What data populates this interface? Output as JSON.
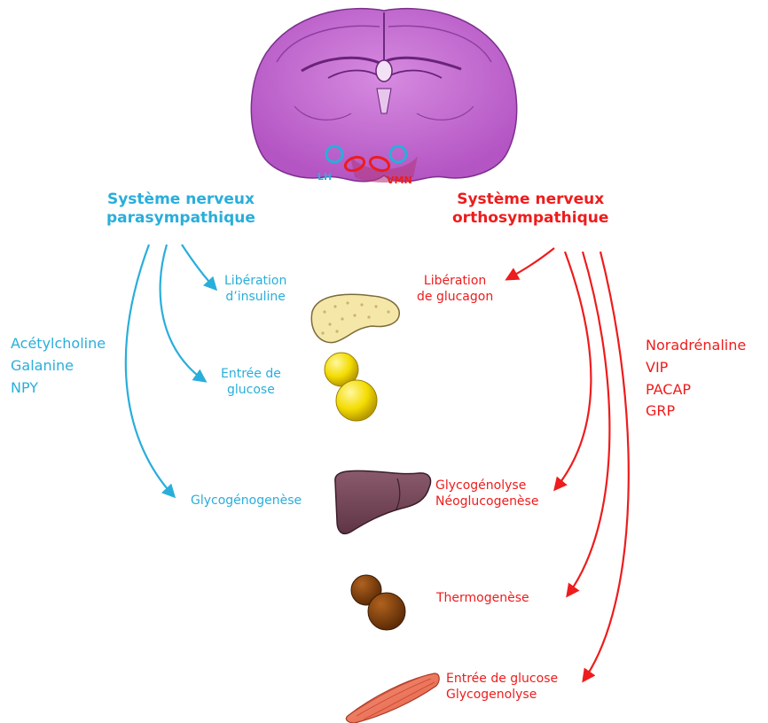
{
  "brain": {
    "nucleus_lh": "LH",
    "nucleus_vmn": "VMN"
  },
  "parasympathetic": {
    "title_line1": "Système nerveux",
    "title_line2": "parasympathique",
    "neurotransmitters": [
      "Acétylcholine",
      "Galanine",
      "NPY"
    ],
    "effects": {
      "insulin": [
        "Libération",
        "d’insuline"
      ],
      "glucose_entry": [
        "Entrée de",
        "glucose"
      ],
      "glycogenesis": "Glycogénogenèse"
    }
  },
  "sympathetic": {
    "title_line1": "Système nerveux",
    "title_line2": "orthosympathique",
    "neurotransmitters": [
      "Noradrénaline",
      "VIP",
      "PACAP",
      "GRP"
    ],
    "effects": {
      "glucagon": [
        "Libération",
        "de glucagon"
      ],
      "liver": [
        "Glycogénolyse",
        "Néoglucogenèse"
      ],
      "thermogenesis": "Thermogenèse",
      "muscle": [
        "Entrée de glucose",
        "Glycogenolyse"
      ]
    }
  },
  "organ_icons": [
    "brain-section",
    "pancreas",
    "adipose-white",
    "liver",
    "adipose-brown",
    "muscle"
  ],
  "colors": {
    "parasympathetic": "#29aedb",
    "sympathetic": "#ee1c1c",
    "brain": "#c46ad0"
  }
}
